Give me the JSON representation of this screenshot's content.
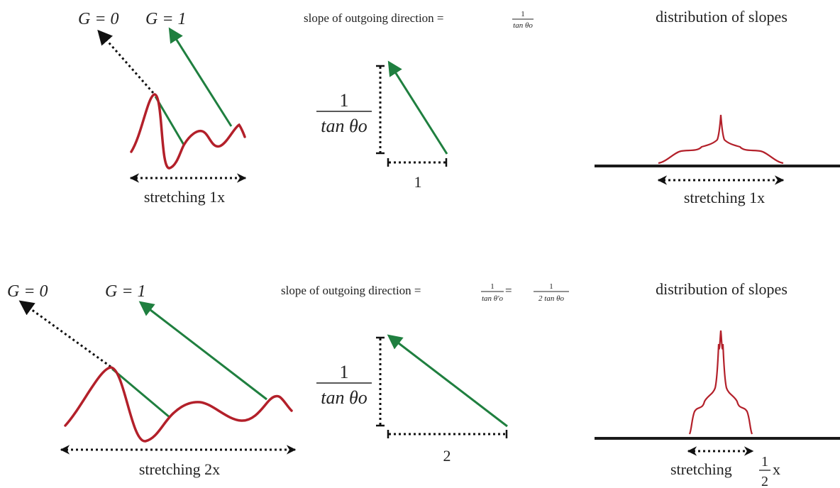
{
  "colors": {
    "surface": "#b3202a",
    "ray": "#1f7f3f",
    "blocked_ray": "#111111",
    "baseline": "#1a1a1a",
    "text": "#222222"
  },
  "top": {
    "g0": "G = 0",
    "g1": "G = 1",
    "stretch_label": "stretching 1x",
    "slope_prefix": "slope of outgoing direction = ",
    "frac_num": "1",
    "frac_den": "tan θo",
    "run_label": "1",
    "dist_title": "distribution of slopes",
    "dist_stretch": "stretching 1x"
  },
  "bottom": {
    "g0": "G = 0",
    "g1": "G = 1",
    "stretch_label": "stretching 2x",
    "slope_prefix": "slope of outgoing direction = ",
    "frac1_num": "1",
    "frac1_den": "tan θ′o",
    "eq": " = ",
    "frac2_num": "1",
    "frac2_den": "2 tan θo",
    "frac_num": "1",
    "frac_den": "tan θo",
    "run_label": "2",
    "dist_title": "distribution of slopes",
    "dist_stretch_word": "stretching",
    "dist_stretch_num": "1",
    "dist_stretch_den": "2",
    "dist_stretch_x": "x"
  }
}
